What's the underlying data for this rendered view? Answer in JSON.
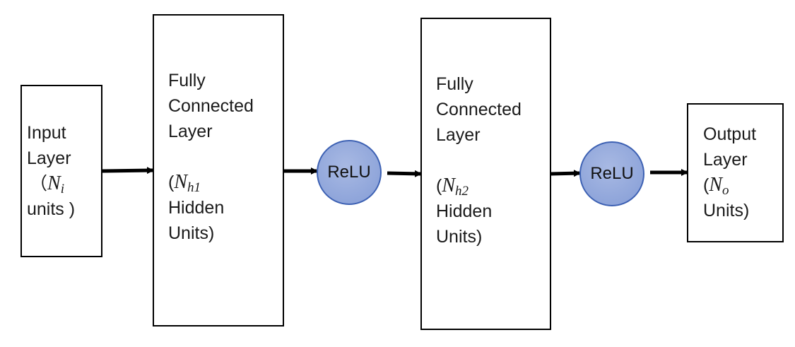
{
  "input_layer": {
    "line1": "Input",
    "line2": "Layer",
    "paren_open": "（",
    "symbol": "N",
    "subscript": "i",
    "line4": "units )"
  },
  "fc_layer_1": {
    "line1": "Fully",
    "line2": "Connected",
    "line3": "Layer",
    "paren_open": "(",
    "symbol": "N",
    "subscript": "h1",
    "line5": "Hidden",
    "line6": "Units)"
  },
  "relu_1": {
    "label": "ReLU"
  },
  "fc_layer_2": {
    "line1": "Fully",
    "line2": "Connected",
    "line3": "Layer",
    "paren_open": "(",
    "symbol": "N",
    "subscript": "h2",
    "line5": "Hidden",
    "line6": "Units)"
  },
  "relu_2": {
    "label": "ReLU"
  },
  "output_layer": {
    "line1": "Output",
    "line2": "Layer",
    "paren_open": "(",
    "symbol": "N",
    "subscript": "o",
    "line4": "Units)"
  },
  "colors": {
    "box_border": "#000000",
    "relu_fill": "#8fa5da",
    "relu_border": "#3d61b3",
    "arrow": "#000000"
  }
}
